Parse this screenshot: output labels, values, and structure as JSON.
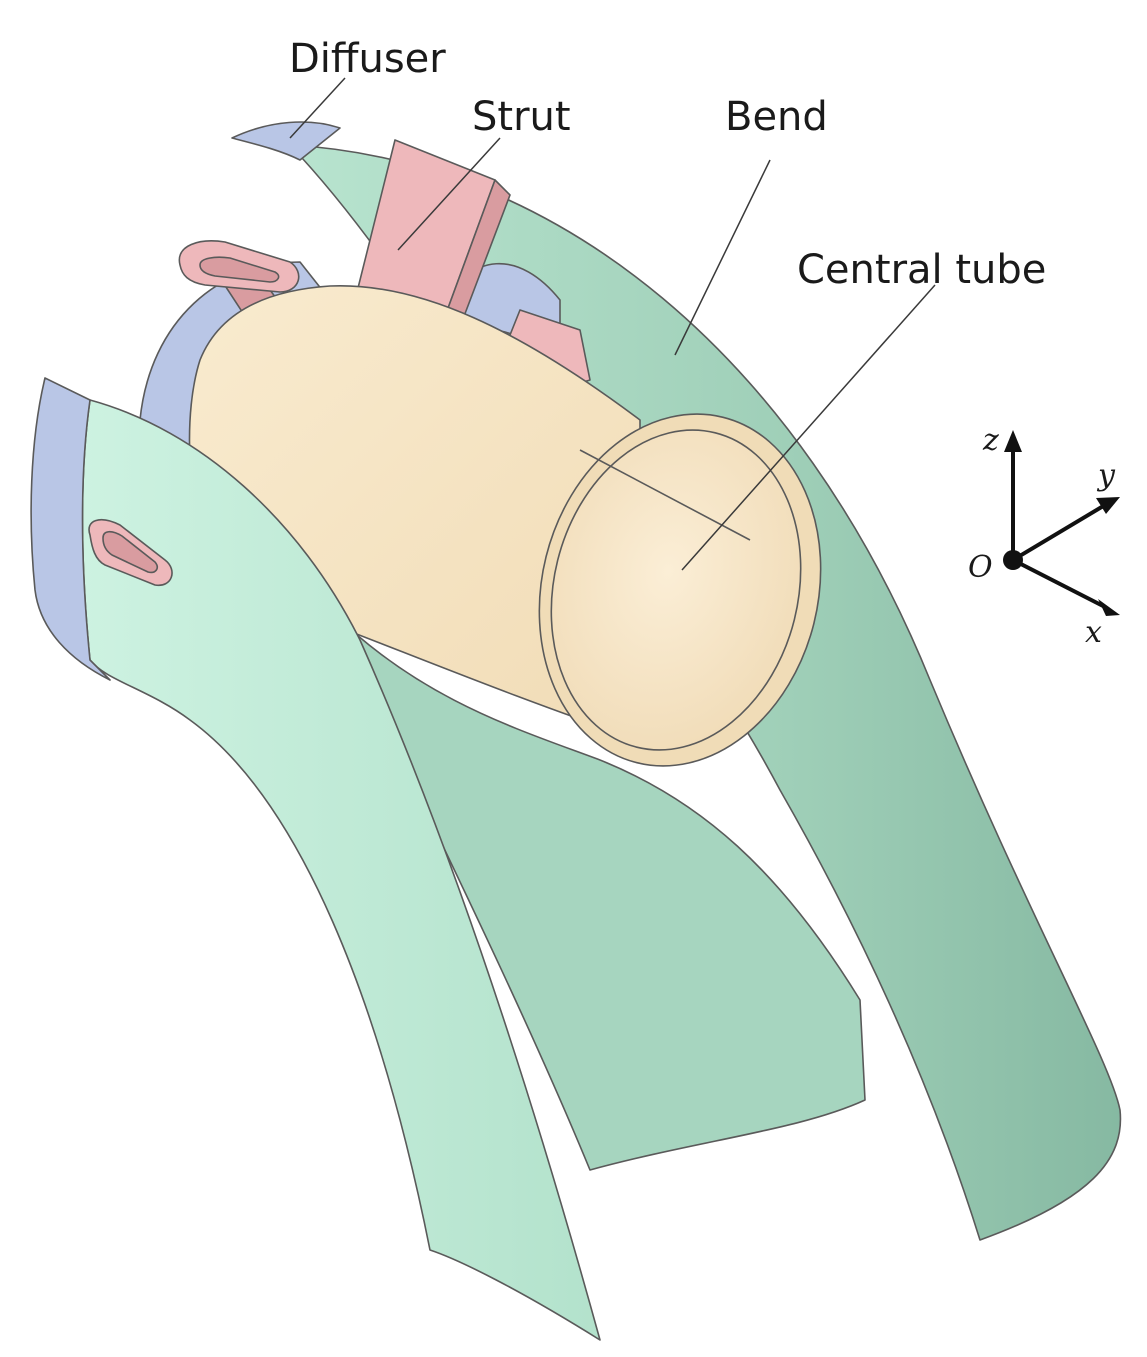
{
  "labels": {
    "diffuser": "Diffuser",
    "strut": "Strut",
    "bend": "Bend",
    "central_tube": "Central tube"
  },
  "axes": {
    "origin": "O",
    "x": "x",
    "y": "y",
    "z": "z"
  },
  "colors": {
    "bend_outer": "#c3ecd9",
    "bend_mid": "#a9d8c3",
    "bend_dark": "#8cc2ab",
    "diffuser": "#b9c6e6",
    "strut": "#eeb8bb",
    "strut_dark": "#d99ca0",
    "tube": "#f7e6c6",
    "tube_rim": "#f0dcb7"
  }
}
